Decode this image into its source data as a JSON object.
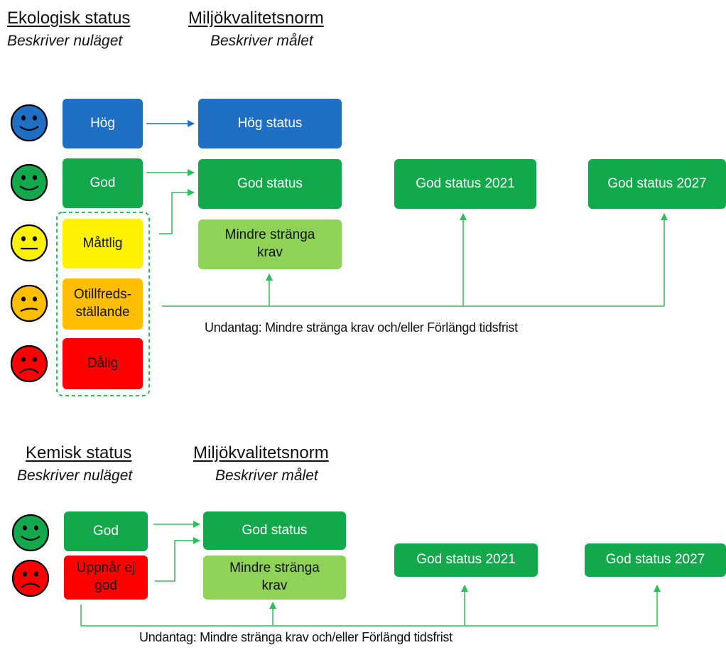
{
  "top": {
    "left_heading": "Ekologisk status",
    "left_sub": "Beskriver nuläget",
    "right_heading": "Miljökvalitetsnorm",
    "right_sub": "Beskriver målet",
    "status": {
      "hog": "Hög",
      "god": "God",
      "mattlig": "Måttlig",
      "otillfreds": "Otillfreds-\nställande",
      "dalig": "Dålig"
    },
    "targets": {
      "hog_status": "Hög status",
      "god_status": "God status",
      "mindre": "Mindre stränga\nkrav",
      "god_2021": "God status 2021",
      "god_2027": "God status 2027"
    },
    "exception_note": "Undantag: Mindre stränga krav och/eller Förlängd tidsfrist"
  },
  "bottom": {
    "left_heading": "Kemisk status",
    "left_sub": "Beskriver nuläget",
    "right_heading": "Miljökvalitetsnorm",
    "right_sub": "Beskriver målet",
    "status": {
      "god": "God",
      "uppnar": "Uppnår ej\ngod"
    },
    "targets": {
      "god_status": "God status",
      "mindre": "Mindre stränga\nkrav",
      "god_2021": "God status 2021",
      "god_2027": "God status 2027"
    },
    "exception_note": "Undantag: Mindre stränga krav och/eller Förlängd tidsfrist"
  },
  "colors": {
    "hog": "#1F6FC5",
    "god": "#13A84B",
    "mindre": "#8ED257",
    "mattlig": "#FFF200",
    "otillfreds": "#FFBF00",
    "dalig": "#FF0000",
    "connector_green": "#2DBE5C",
    "connector_blue": "#1F6FC5"
  }
}
